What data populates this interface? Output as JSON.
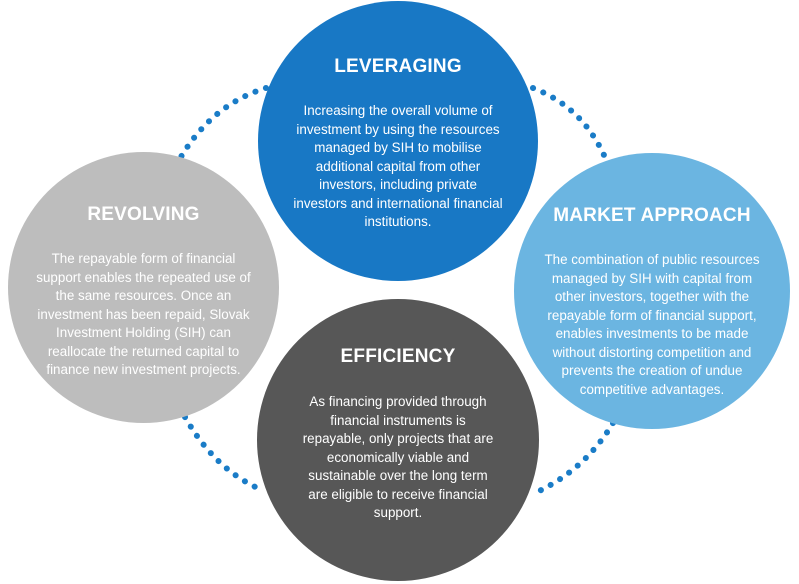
{
  "colors": {
    "leveraging": "#1878c5",
    "revolving": "#bdbdbd",
    "market_approach": "#6bb5e1",
    "efficiency": "#575757",
    "dots": "#1a7cc7"
  },
  "circles": {
    "leveraging": {
      "title": "LEVERAGING",
      "text": "Increasing the overall volume of investment by using the resources managed by SIH to mobilise additional capital from other investors, including private investors and international financial institutions."
    },
    "revolving": {
      "title": "REVOLVING",
      "text": "The repayable form of financial support enables the repeated use of the same resources. Once an investment has been repaid, Slovak Investment Holding (SIH) can reallocate the returned capital to finance new investment projects."
    },
    "market_approach": {
      "title": "MARKET APPROACH",
      "text": "The combination of public resources managed by SIH with capital from other investors, together with the repayable form of financial support, enables investments to be made without distorting competition and prevents the creation of undue competitive advantages."
    },
    "efficiency": {
      "title": "EFFICIENCY",
      "text": "As financing provided through financial instruments is repayable, only projects that are economically viable and sustainable over the long term are eligible to receive financial support."
    }
  }
}
